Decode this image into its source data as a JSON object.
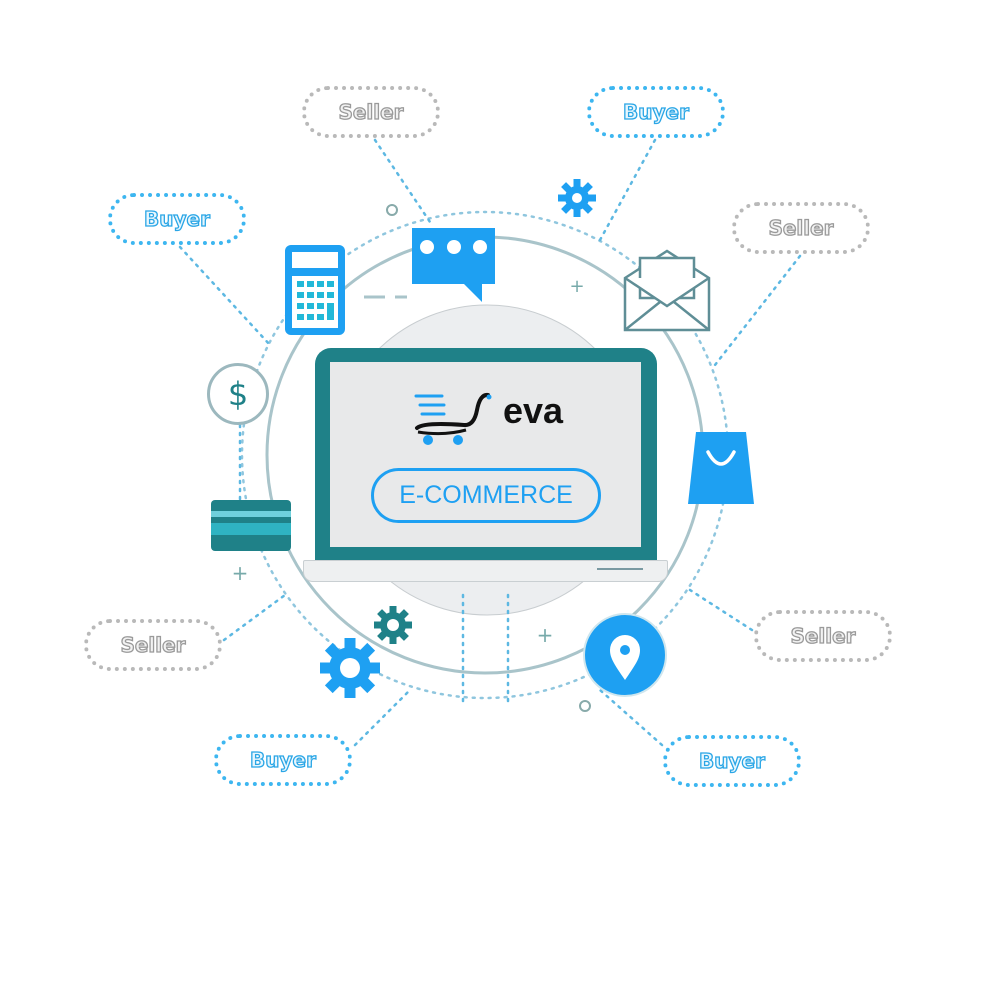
{
  "brand": {
    "name": "eva",
    "tagline": "E-COMMERCE"
  },
  "nodes": [
    {
      "label": "Seller",
      "role": "seller"
    },
    {
      "label": "Buyer",
      "role": "buyer"
    },
    {
      "label": "Buyer",
      "role": "buyer"
    },
    {
      "label": "Seller",
      "role": "seller"
    },
    {
      "label": "Seller",
      "role": "seller"
    },
    {
      "label": "Seller",
      "role": "seller"
    },
    {
      "label": "Buyer",
      "role": "buyer"
    },
    {
      "label": "Buyer",
      "role": "buyer"
    }
  ],
  "icons": {
    "dollar": "$"
  },
  "colors": {
    "accent": "#1ea0f2",
    "teal": "#1f8188",
    "seller": "#9a9a9a",
    "buyer": "#2aa6e6"
  }
}
